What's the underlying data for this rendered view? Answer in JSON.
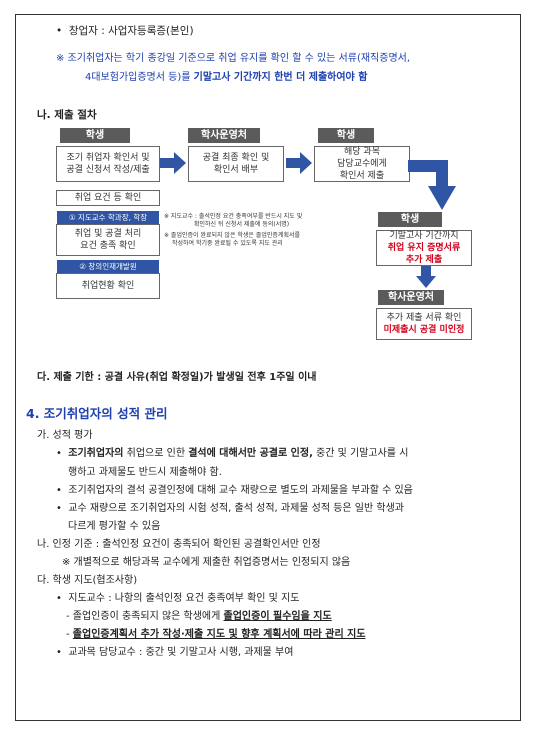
{
  "top": {
    "bullet_founder": "창업자 : 사업자등록증(본인)",
    "notice_line1": "※ 조기취업자는 학기 종강일 기준으로 취업 유지를 확인 할 수 있는 서류(재직증명서,",
    "notice_line2a": "4대보험가입증명서 등)를 ",
    "notice_line2b": "기말고사 기간까지 한번 더 제출하여야 함"
  },
  "section_na": {
    "title": "나. 제출 절차"
  },
  "flow": {
    "student1_header": "학생",
    "student1_box_l1": "조기 취업자 확인서 및",
    "student1_box_l2": "공결 신청서 작성/제출",
    "admin1_header": "학사운영처",
    "admin1_box_l1": "공결 최종 확인 및",
    "admin1_box_l2": "확인서 배부",
    "student2_header": "학생",
    "student2_box_l1": "해당 과목",
    "student2_box_l2": "담당교수에게",
    "student2_box_l3": "확인서 제출",
    "check_box": "취업 요건 등 확인",
    "bar1": "① 지도교수 학과장, 학장",
    "bar1_box_l1": "취업 및 공결 처리",
    "bar1_box_l2": "요건 충족 확인",
    "bar2": "② 창의인재개발원",
    "bar2_box": "취업현황 확인",
    "note1_l1": "※ 지도교수 : 출석인정 요건 충족여부를 반드시 지도 및",
    "note1_l2": "확인하신 뒤 신청서 제출에 동의(서명)",
    "note2_l1": "※ 졸업인증이 완료되지 않은 학생은 졸업인증계획서를",
    "note2_l2": "작성하여 학기중 완료될 수 있도록 지도 관리",
    "student3_header": "학생",
    "student3_box_l1": "기말고사 기간까지",
    "student3_box_l2": "취업 유지 증명서류",
    "student3_box_l3": "추가 제출",
    "admin2_header": "학사운영처",
    "admin2_box_l1": "추가 제출 서류 확인",
    "admin2_box_l2": "미제출시 공결 미인정"
  },
  "section_da": {
    "title": "다. 제출 기한 : 공결 사유(취업 확정일)가 발생일 전후 1주일 이내"
  },
  "section4": {
    "title": "4. 조기취업자의 성적 관리",
    "ga": "가. 성적 평가",
    "b1_l1_a": "조기취업자의",
    "b1_l1_b": " 취업으로 인한 ",
    "b1_l1_c": "결석에 대해서만 공결로 인정,",
    "b1_l1_d": " 중간 및 기말고사를 시",
    "b1_l2": "행하고 과제물도 반드시 제출해야 함.",
    "b2": "조기취업자의 결석 공결인정에 대해 교수 재량으로 별도의 과제물을 부과할 수 있음",
    "b3_l1": "교수 재량으로 조기취업자의 시험 성적, 출석 성적, 과제물 성적 등은 일반 학생과",
    "b3_l2": "다르게 평가할 수 있음",
    "na": "나. 인정 기준 : 출석인정 요건이 충족되어 확인된 공결확인서만 인정",
    "na_note": "※ 개별적으로 해당과목 교수에게 제출한 취업증명서는 인정되지 않음",
    "da": "다. 학생 지도(협조사항)",
    "prof": "지도교수 : 나항의 출석인정 요건 충족여부 확인 및 지도",
    "prof_sub1_a": "- 졸업인증이 충족되지 않은 학생에게 ",
    "prof_sub1_b": "졸업인증이 필수임을 지도",
    "prof_sub2_a": "- ",
    "prof_sub2_b": "졸업인증계획서 추가 작성·제출 지도 및 향후 계획서에 따라 관리 지도",
    "course": "교과목 담당교수 : 중간 및 기말고사 시행, 과제물 부여"
  },
  "colors": {
    "accent_blue": "#1d3fb0",
    "flow_blue": "#2f55a4",
    "header_gray": "#5b5b5b",
    "red": "#d0021b"
  }
}
